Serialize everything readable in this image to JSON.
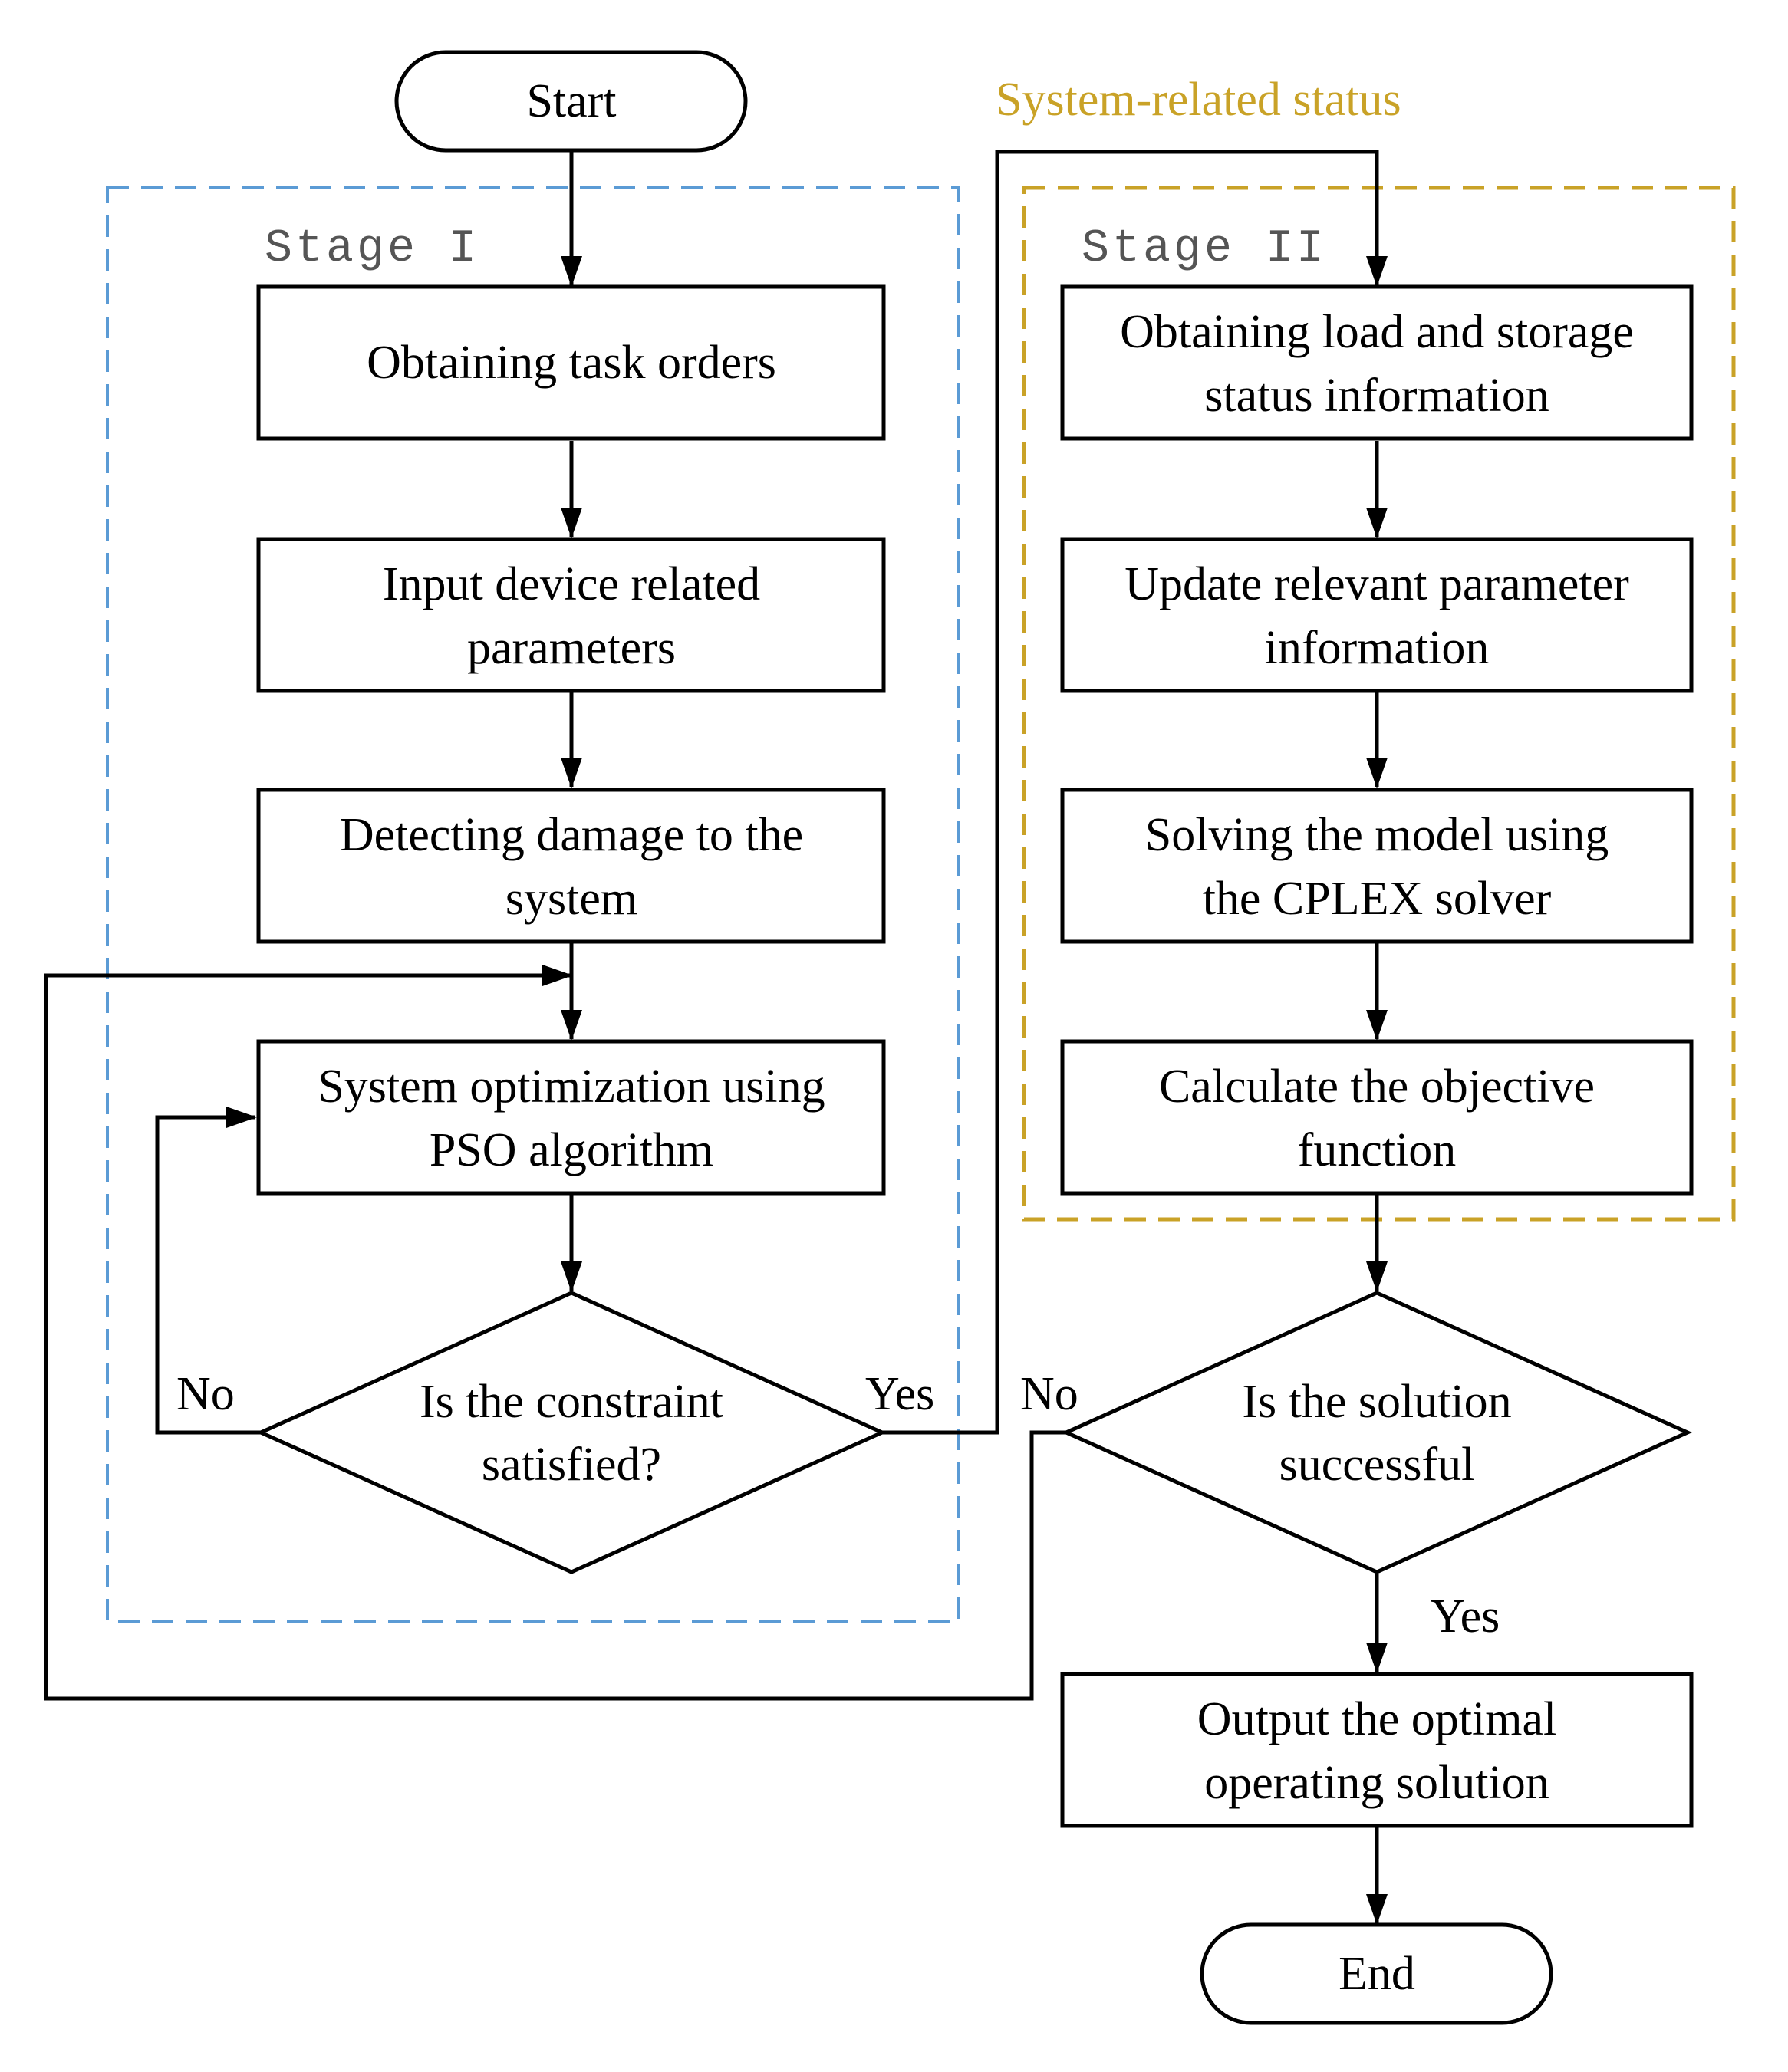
{
  "colors": {
    "stage1_frame": "#5b9bd5",
    "stage2_frame": "#c9a227",
    "status_label": "#c9a227",
    "stroke": "#000000"
  },
  "labels": {
    "system_related_status": "System-related status",
    "stage1": "Stage I",
    "stage2": "Stage II"
  },
  "nodes": {
    "start": "Start",
    "task_orders": "Obtaining task orders",
    "input_params": [
      "Input device related",
      "parameters"
    ],
    "detect_damage": [
      "Detecting damage to the",
      "system"
    ],
    "pso_opt": [
      "System optimization using",
      "PSO algorithm"
    ],
    "constraint_decision": [
      "Is the constraint",
      "satisfied?"
    ],
    "load_storage": [
      "Obtaining load and storage",
      "status information"
    ],
    "update_params": [
      "Update relevant parameter",
      "information"
    ],
    "cplex_solve": [
      "Solving the model using",
      "the CPLEX solver"
    ],
    "objective": [
      "Calculate the objective",
      "function"
    ],
    "solution_decision": [
      "Is the solution",
      "successful"
    ],
    "output": [
      "Output the optimal",
      "operating solution"
    ],
    "end": "End"
  },
  "branches": {
    "constraint_no": "No",
    "constraint_yes": "Yes",
    "solution_no": "No",
    "solution_yes": "Yes"
  }
}
